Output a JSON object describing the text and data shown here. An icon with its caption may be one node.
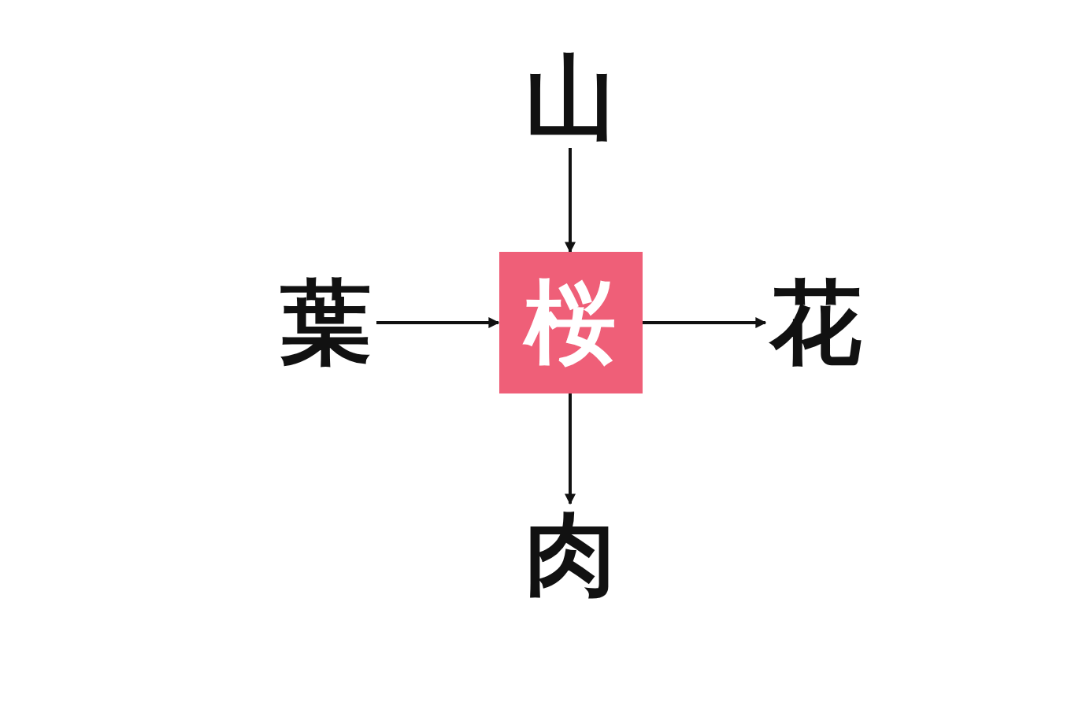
{
  "diagram": {
    "nodes": [
      {
        "text": [
          "山"
        ]
      },
      {
        "text": [
          "葉"
        ]
      },
      {
        "text": [
          "桜"
        ]
      },
      {
        "text": [
          "花"
        ]
      },
      {
        "text": [
          "肉"
        ]
      }
    ],
    "edges": [
      {
        "from": 0,
        "to": 2,
        "arrow": "to"
      },
      {
        "from": 1,
        "to": 2,
        "arrow": "to"
      },
      {
        "from": 2,
        "to": 3,
        "arrow": "to"
      },
      {
        "from": 2,
        "to": 4,
        "arrow": "to"
      }
    ]
  }
}
